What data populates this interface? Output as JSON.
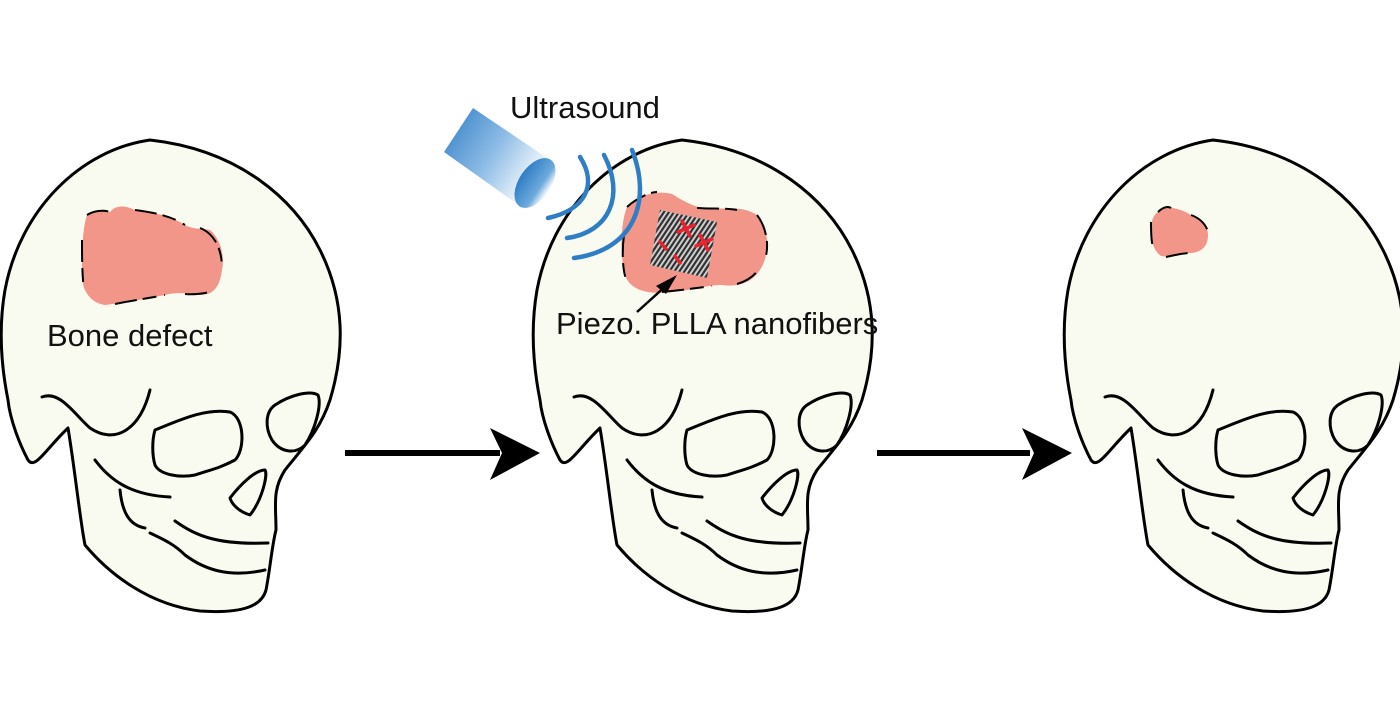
{
  "figure": {
    "panels": [
      {
        "id": "before",
        "label": "Bone defect",
        "defect_size": "large"
      },
      {
        "id": "treatment",
        "label": "Piezo. PLLA nanofibers",
        "stimulus_label": "Ultrasound",
        "defect_size": "large"
      },
      {
        "id": "after",
        "label": "",
        "defect_size": "small"
      }
    ],
    "charges": [
      "+",
      "+",
      "-",
      "-"
    ],
    "colors": {
      "background": "#ffffff",
      "skull": "#fafbf0",
      "outline": "#000000",
      "defect": "#f2968a",
      "ultrasound": "#2f7dc4",
      "charge": "#e8232f",
      "scaffold_stripe": "#333333"
    }
  }
}
